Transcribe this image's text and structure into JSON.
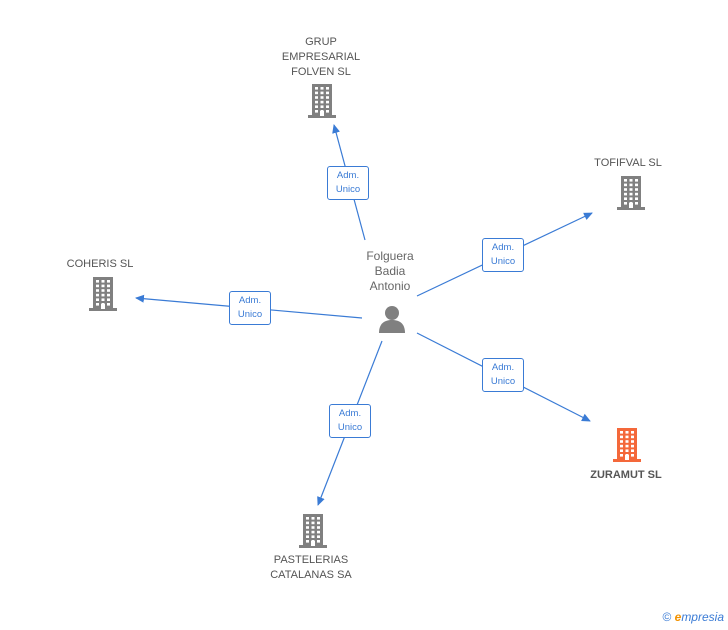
{
  "person": {
    "name": "Folguera\nBadia\nAntonio",
    "icon": "person-icon"
  },
  "companies": [
    {
      "id": "grup",
      "name": "GRUP\nEMPRESARIAL\nFOLVEN SL",
      "highlight": false,
      "icon": "building-icon"
    },
    {
      "id": "tofifval",
      "name": "TOFIFVAL  SL",
      "highlight": false,
      "icon": "building-icon"
    },
    {
      "id": "coheris",
      "name": "COHERIS SL",
      "highlight": false,
      "icon": "building-icon"
    },
    {
      "id": "zuramut",
      "name": "ZURAMUT  SL",
      "highlight": true,
      "icon": "building-icon"
    },
    {
      "id": "pastelerias",
      "name": "PASTELERIAS\nCATALANAS SA",
      "highlight": false,
      "icon": "building-icon"
    }
  ],
  "edges": [
    {
      "to": "grup",
      "line1": "Adm.",
      "line2": "Unico"
    },
    {
      "to": "tofifval",
      "line1": "Adm.",
      "line2": "Unico"
    },
    {
      "to": "coheris",
      "line1": "Adm.",
      "line2": "Unico"
    },
    {
      "to": "zuramut",
      "line1": "Adm.",
      "line2": "Unico"
    },
    {
      "to": "pastelerias",
      "line1": "Adm.",
      "line2": "Unico"
    }
  ],
  "colors": {
    "edge": "#3a7bd5",
    "building": "#808080",
    "highlight": "#f4683a",
    "person": "#808080"
  },
  "footer": {
    "copyright": "©",
    "brand_initial": "e",
    "brand_rest": "mpresia"
  }
}
